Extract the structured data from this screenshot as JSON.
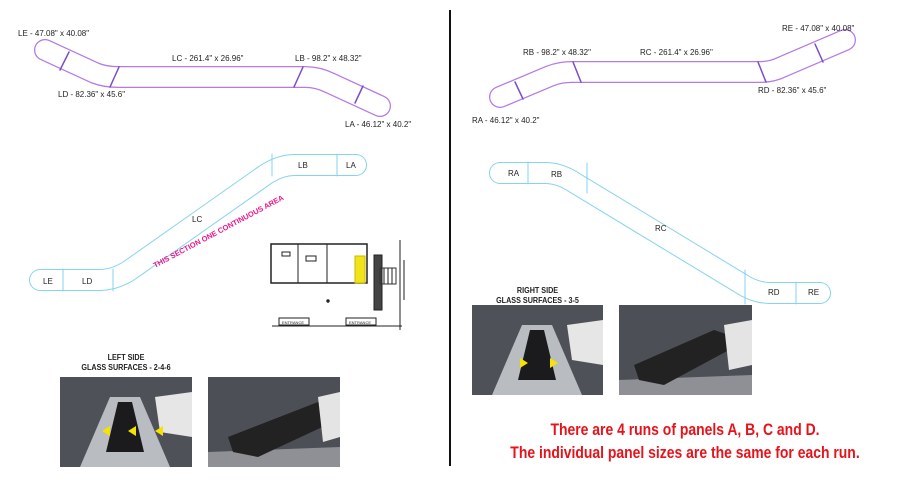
{
  "left_run_dims": {
    "le": "LE - 47.08\" x 40.08\"",
    "lc": "LC - 261.4\" x 26.96\"",
    "lb": "LB - 98.2\" x 48.32\"",
    "ld": "LD - 82.36\" x 45.6\"",
    "la": "LA - 46.12\" x 40.2\""
  },
  "right_run_dims": {
    "re": "RE - 47.08\" x 40.08\"",
    "rb": "RB - 98.2\" x 48.32\"",
    "rc": "RC - 261.4\" x 26.96\"",
    "rd": "RD - 82.36\" x 45.6\"",
    "ra": "RA - 46.12\" x 40.2\""
  },
  "left_plan": {
    "le": "LE",
    "ld": "LD",
    "lc": "LC",
    "lb": "LB",
    "la": "LA",
    "note": "THIS SECTION ONE CONTINUOUS AREA"
  },
  "right_plan": {
    "ra": "RA",
    "rb": "RB",
    "rc": "RC",
    "rd": "RD",
    "re": "RE"
  },
  "floor_plan": {
    "entrance_1": "ENTRANCE",
    "entrance_2": "ENTRANCE"
  },
  "left_caption": {
    "line1": "LEFT SIDE",
    "line2": "GLASS SURFACES - 2-4-6"
  },
  "right_caption": {
    "line1": "RIGHT SIDE",
    "line2": "GLASS SURFACES - 3-5"
  },
  "summary": {
    "line1": "There are 4 runs of panels A, B, C and D.",
    "line2": "The individual panel sizes are the same for each run."
  },
  "colors": {
    "outline_top": "#c07ae6",
    "outline_plan": "#86d3ef",
    "note": "#e8188c",
    "summary": "#e8121b",
    "arrow": "#f5e300"
  }
}
